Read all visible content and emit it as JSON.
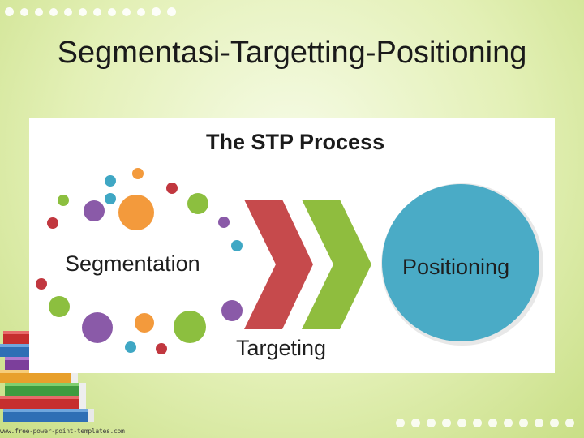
{
  "slide": {
    "title": "Segmentasi-Targetting-Positioning",
    "footer_url": "www.free-power-point-templates.com"
  },
  "diagram": {
    "title": "The STP Process",
    "labels": {
      "segmentation": "Segmentation",
      "targeting": "Targeting",
      "positioning": "Positioning"
    }
  },
  "colors": {
    "orange": "#f39a3c",
    "purple": "#8a5aa8",
    "green": "#8cbf3f",
    "red": "#c1373f",
    "teal": "#3fa7c4",
    "chevron_red": "#c64a4c",
    "chevron_green": "#8fbd3e",
    "positioning_circle": "#4aabc6"
  },
  "icons": [
    "segment-bubble-icon",
    "chevron-right-icon",
    "positioning-circle-icon",
    "book-stack-icon"
  ]
}
